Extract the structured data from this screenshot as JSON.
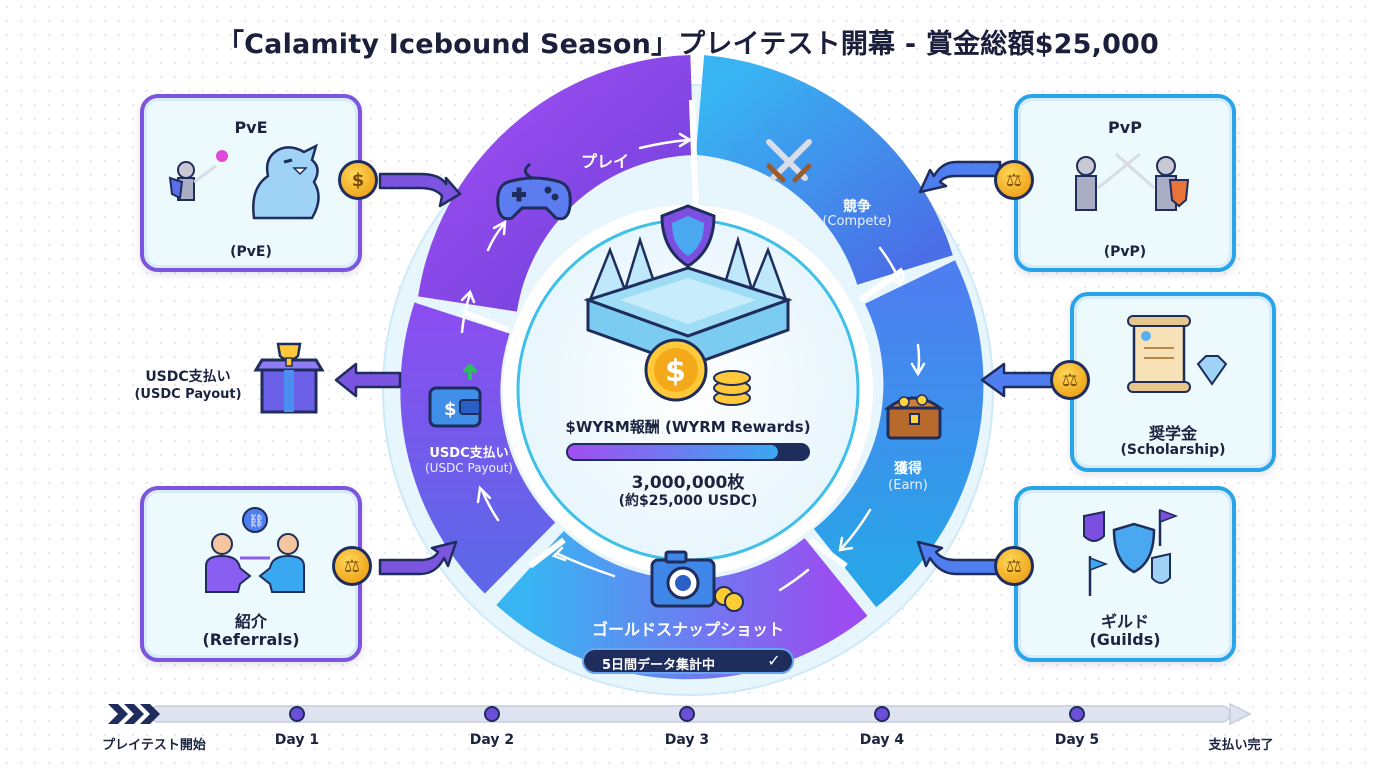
{
  "title": "「Calamity Icebound Season」プレイテスト開幕 - 賞金総額$25,000",
  "cards": {
    "pve": {
      "title": "PvE",
      "caption": "(PvE)"
    },
    "pvp": {
      "title": "PvP",
      "caption": "(PvP)"
    },
    "scholarship": {
      "title": "奨学金",
      "caption": "(Scholarship)"
    },
    "referrals": {
      "title": "紹介",
      "caption": "(Referrals)"
    },
    "guilds": {
      "title": "ギルド",
      "caption": "(Guilds)"
    }
  },
  "cycle": {
    "play": "プレイ",
    "compete": {
      "jp": "競争",
      "en": "(Compete)"
    },
    "earn": {
      "jp": "獲得",
      "en": "(Earn)"
    },
    "snapshot": "ゴールドスナップショット",
    "payout": {
      "jp": "USDC支払い",
      "en": "(USDC Payout)"
    }
  },
  "center": {
    "rewards_label": "$WYRM報酬 (WYRM Rewards)",
    "amount": "3,000,000枚",
    "usdc_equiv": "(約$25,000 USDC)"
  },
  "status_badge": "5日間データ集計中",
  "left_payout": {
    "jp": "USDC支払い",
    "en": "(USDC Payout)"
  },
  "timeline": {
    "start": "プレイテスト開始",
    "days": [
      "Day 1",
      "Day 2",
      "Day 3",
      "Day 4",
      "Day 5"
    ],
    "end": "支払い完了"
  },
  "colors": {
    "purple": "#7b55e0",
    "blue": "#2aa4e8",
    "gold": "#f0a81e",
    "navy": "#1f2d5c"
  },
  "icons": [
    "gamepad-icon",
    "crossed-swords-icon",
    "treasure-chest-icon",
    "camera-icon",
    "wallet-icon",
    "trophy-box-icon",
    "scale-icon",
    "dollar-coin-icon",
    "link-icon",
    "check-icon",
    "scroll-icon",
    "diamond-icon",
    "shield-icon",
    "flag-icon",
    "knight-icon",
    "dragon-icon"
  ]
}
